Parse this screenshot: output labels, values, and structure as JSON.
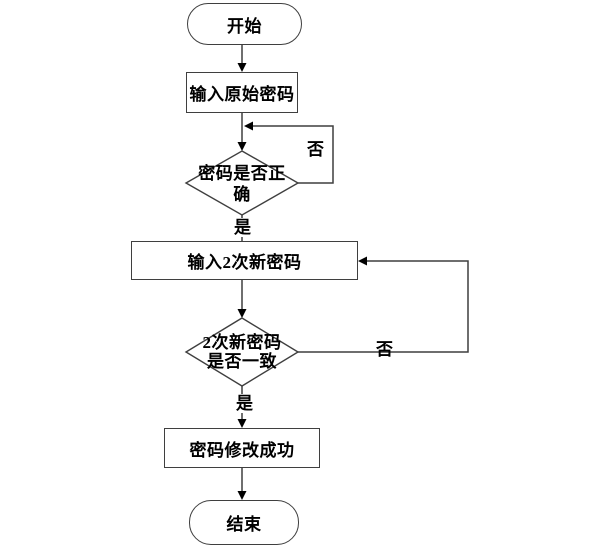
{
  "diagram": {
    "nodes": {
      "start": {
        "type": "terminator",
        "label": "开始"
      },
      "input_original": {
        "type": "process",
        "label": "输入原始密码"
      },
      "check_password": {
        "type": "decision",
        "label": "密码是否正确",
        "line1": "密码是否正",
        "line2": "确"
      },
      "input_new": {
        "type": "process",
        "label": "输入2次新密码"
      },
      "check_match": {
        "type": "decision",
        "label": "2次新密码是否一致",
        "line1": "2次新密码",
        "line2": "是否一致"
      },
      "success": {
        "type": "process",
        "label": "密码修改成功"
      },
      "end": {
        "type": "terminator",
        "label": "结束"
      }
    },
    "edge_labels": {
      "check_password_no": "否",
      "check_password_yes": "是",
      "check_match_no": "否",
      "check_match_yes": "是"
    },
    "colors": {
      "background": "#ffffff",
      "line": "#3f3f3f",
      "text": "#000000",
      "shape_fill": "#ffffff"
    }
  }
}
